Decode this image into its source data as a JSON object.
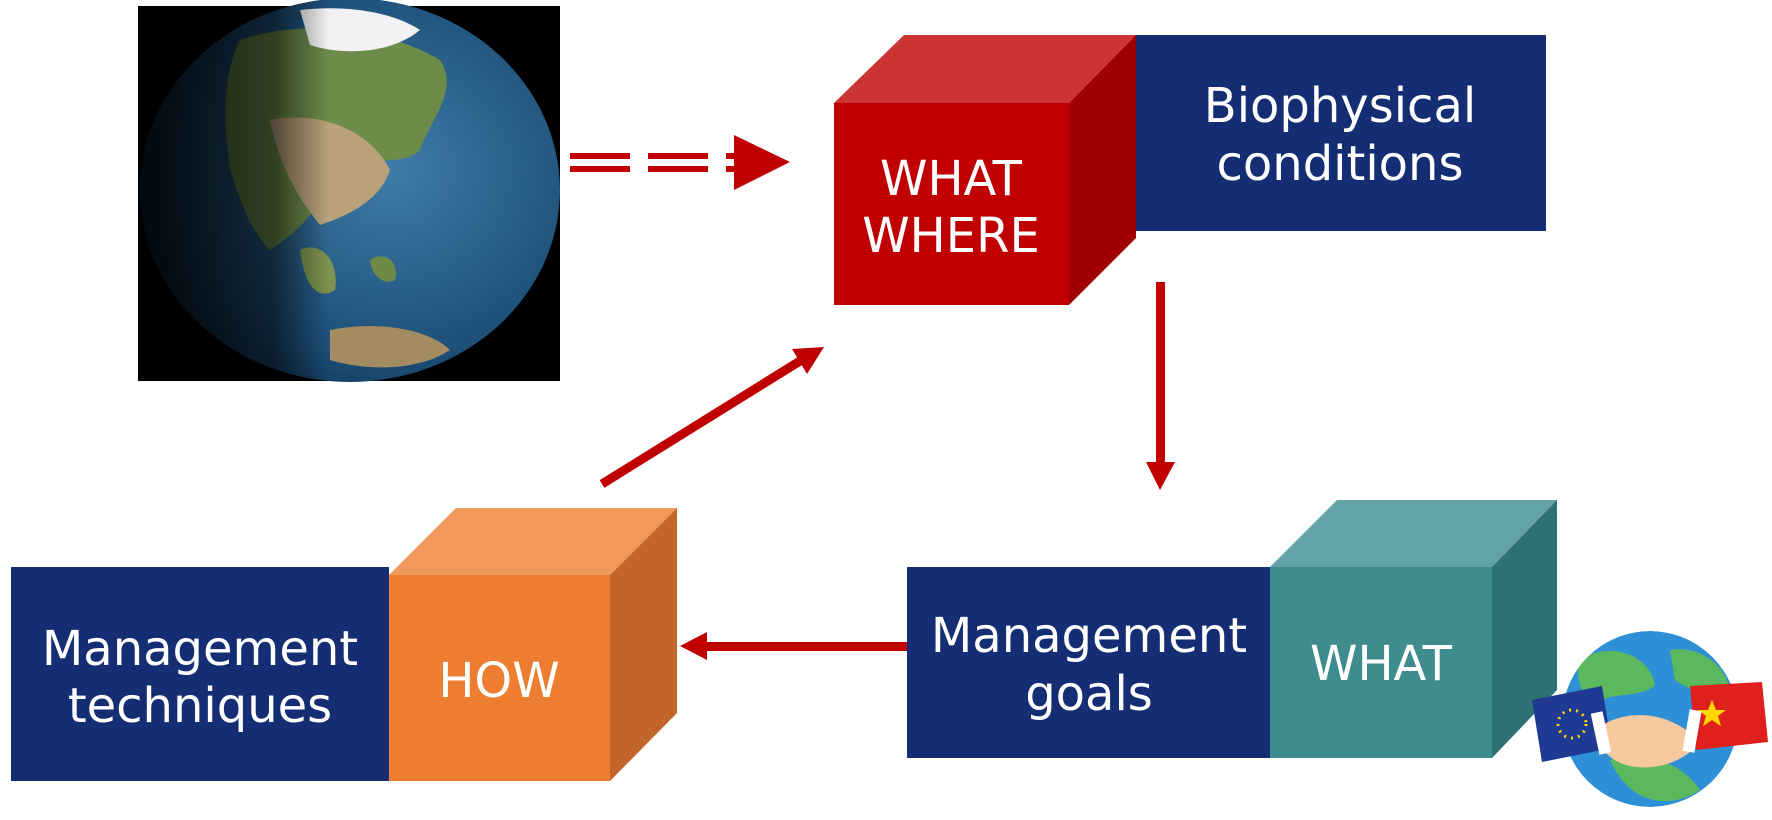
{
  "colors": {
    "navy": "#142d73",
    "red_front": "#c00000",
    "red_top": "#cc3333",
    "red_side": "#a00000",
    "orange_front": "#ed7d31",
    "orange_top": "#f0995a",
    "orange_side": "#c3652a",
    "teal_front": "#3f8c8e",
    "teal_top": "#62a3a6",
    "teal_side": "#2f7173",
    "arrow": "#c00000"
  },
  "top_block": {
    "cube_line1": "WHAT",
    "cube_line2": "WHERE",
    "box_line1": "Biophysical",
    "box_line2": "conditions"
  },
  "right_block": {
    "box_line1": "Management",
    "box_line2": "goals",
    "cube_label": "WHAT"
  },
  "left_block": {
    "box_line1": "Management",
    "box_line2": "techniques",
    "cube_label": "HOW"
  },
  "images": {
    "earth": "earth-globe-photo",
    "partnership": "eu-china-handshake-globe-icon"
  }
}
